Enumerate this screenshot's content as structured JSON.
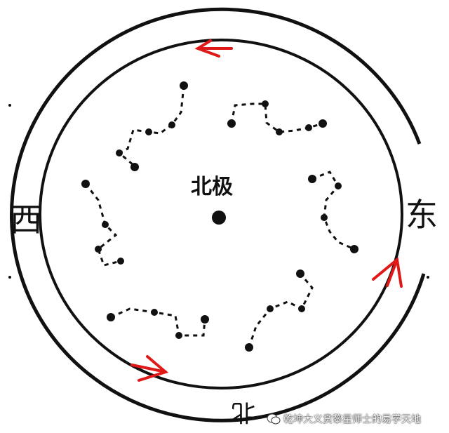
{
  "labels": {
    "west": "西",
    "east": "东",
    "pole": "北极",
    "south": "北"
  },
  "watermark": {
    "text": "乾坤大义贲黎星师士的易学天地",
    "icon": "wechat-icon"
  },
  "colors": {
    "ink": "#111111",
    "arrow": "#e01818",
    "background": "#ffffff"
  },
  "rotation_direction": "counterclockwise"
}
